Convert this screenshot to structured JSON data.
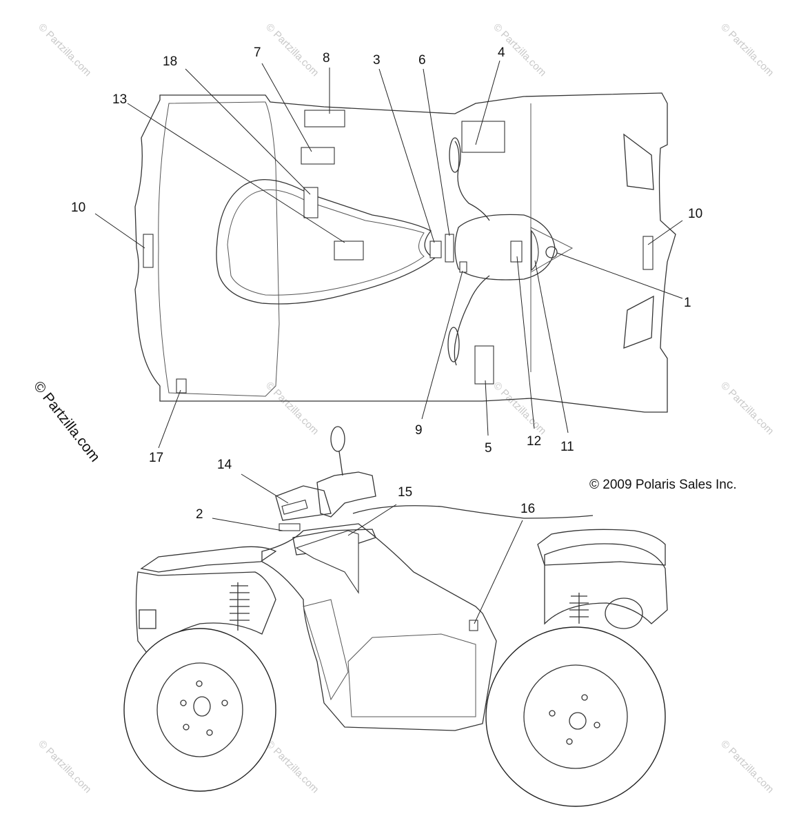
{
  "copyright": "© 2009 Polaris Sales Inc.",
  "side_watermark": "© Partzilla.com",
  "watermark_text": "© Partzilla.com",
  "callouts": {
    "c1": "1",
    "c2": "2",
    "c3": "3",
    "c4": "4",
    "c5": "5",
    "c6": "6",
    "c7": "7",
    "c8": "8",
    "c9": "9",
    "c10_left": "10",
    "c10_right": "10",
    "c11": "11",
    "c12": "12",
    "c13": "13",
    "c14": "14",
    "c15": "15",
    "c16": "16",
    "c17": "17",
    "c18": "18"
  }
}
